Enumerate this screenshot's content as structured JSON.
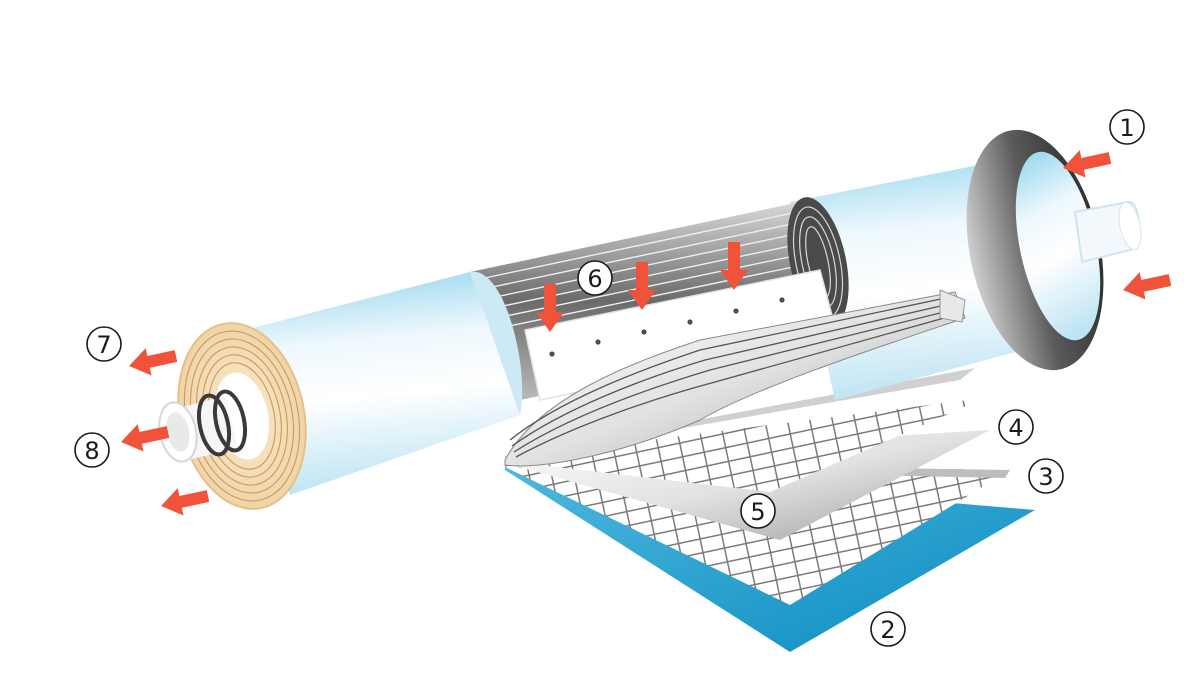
{
  "diagram": {
    "callouts": [
      {
        "id": "c1",
        "label": "1"
      },
      {
        "id": "c2",
        "label": "2"
      },
      {
        "id": "c3",
        "label": "3"
      },
      {
        "id": "c4",
        "label": "4"
      },
      {
        "id": "c5",
        "label": "5"
      },
      {
        "id": "c6",
        "label": "6"
      },
      {
        "id": "c7",
        "label": "7"
      },
      {
        "id": "c8",
        "label": "8"
      }
    ]
  },
  "colors": {
    "arrow": "#f0523a",
    "shell_light": "#eef8fd",
    "shell_blue": "#7ecdea",
    "end_cap": "#4a4a4a",
    "spacer_blue": "#1aa0d0",
    "winding_tan": "#f4dcb4",
    "layer_grey": "#8f8f8f"
  }
}
